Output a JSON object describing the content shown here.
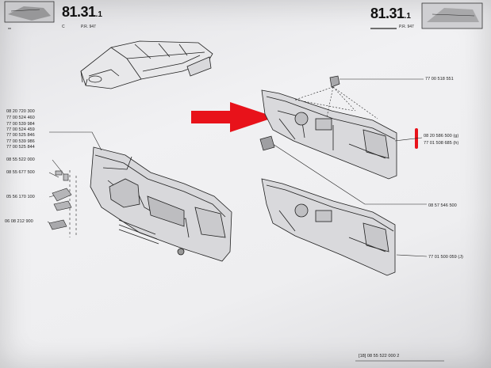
{
  "page_ref": {
    "main": "81",
    "section": ".31",
    "sub": ".1"
  },
  "left_header": {
    "letter": "C",
    "code": "P.R. 947"
  },
  "right_header": {
    "code": "P.R. 947"
  },
  "left_parts": [
    "08 20 720 300",
    "77 00 524 460",
    "77 00 539 984",
    "77 00 524 459",
    "77 00 525 846",
    "77 00 539 986",
    "77 00 525 844"
  ],
  "left_fasteners": [
    "08 55 522 000",
    "08 55 677 500",
    "05 56 170 100",
    "06 08 212 900"
  ],
  "right_parts": {
    "clip": "77 00 518 551",
    "panel_a": "08 20 586 500",
    "panel_a_suffix": "(g)",
    "panel_b": "77 01 508 685",
    "panel_b_suffix": "(h)",
    "bracket": "08 57 546 500",
    "lower_panel": "77 01 500 059",
    "lower_panel_suffix": "(J)"
  },
  "footer": {
    "index": "18",
    "part": "08 55 522 000",
    "suffix": "2"
  },
  "colors": {
    "arrow": "#e8121a",
    "marker": "#e8121a",
    "ink": "#1a1a1a"
  }
}
